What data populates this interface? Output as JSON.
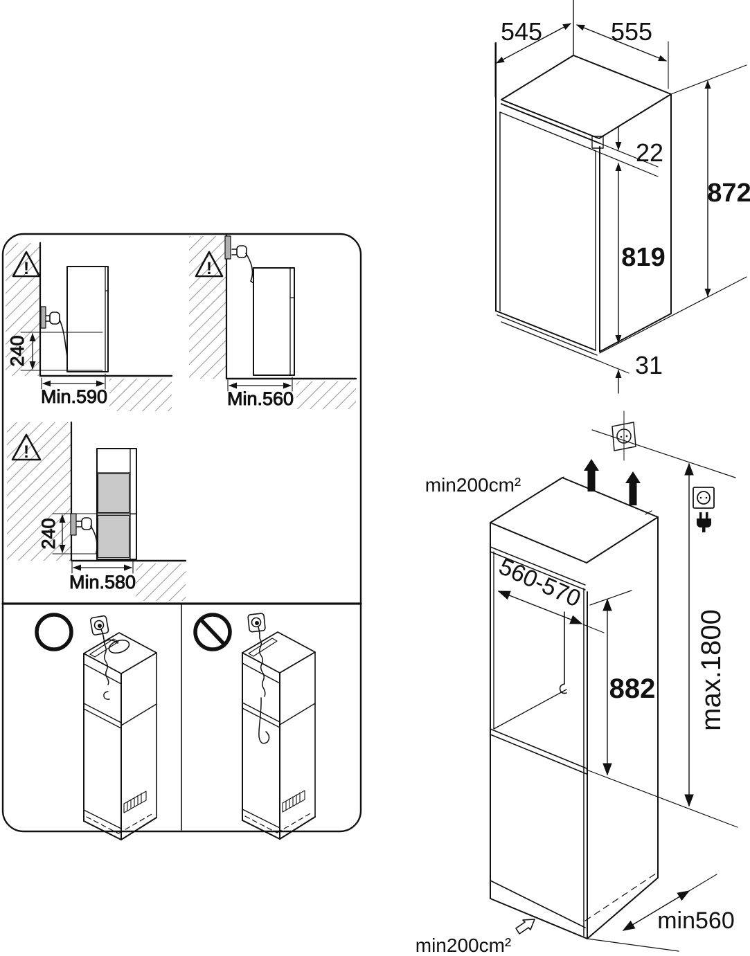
{
  "appliance_dims": {
    "top_depth": "545",
    "top_width": "555",
    "top_gap": "22",
    "total_height": "872",
    "door_height": "819",
    "plinth_height": "31"
  },
  "clearances": {
    "rear_wall": {
      "socket_height": "240",
      "min_depth": "Min.590"
    },
    "side_wall": {
      "min_depth": "Min.560"
    },
    "corner": {
      "socket_height": "240",
      "min_depth": "Min.580"
    }
  },
  "niche_dims": {
    "top_vent_area": "min200cm²",
    "niche_width": "560-570",
    "niche_height": "882",
    "max_socket_height": "max.1800",
    "niche_depth": "min560",
    "bottom_vent_area": "min200cm²"
  },
  "icons": {
    "warning_mark": "!"
  }
}
